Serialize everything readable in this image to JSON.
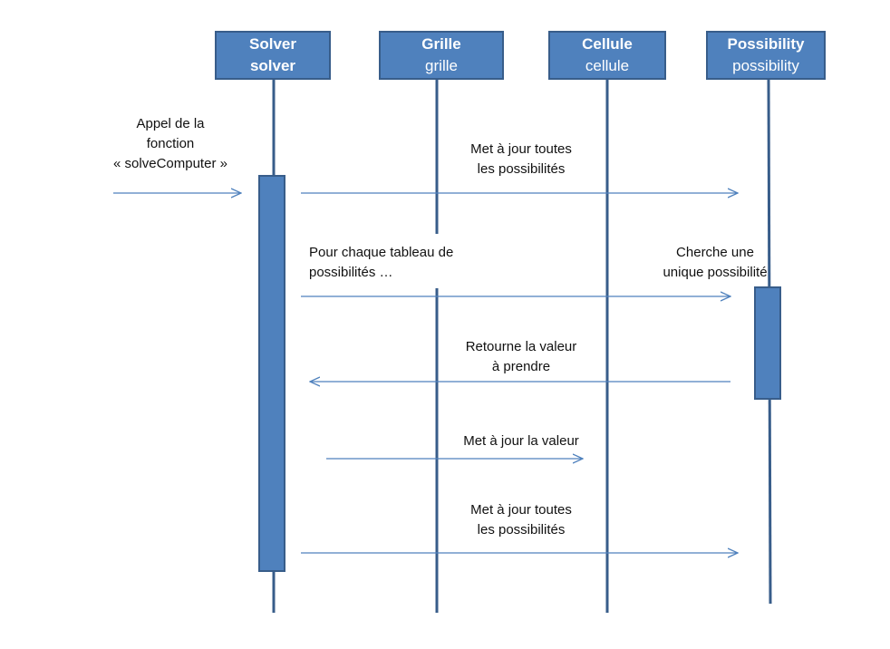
{
  "lifelines": [
    {
      "id": "solver",
      "class_name": "Solver",
      "instance": "solver"
    },
    {
      "id": "grille",
      "class_name": "Grille",
      "instance": "grille"
    },
    {
      "id": "cellule",
      "class_name": "Cellule",
      "instance": "cellule"
    },
    {
      "id": "possibility",
      "class_name": "Possibility",
      "instance": "possibility"
    }
  ],
  "messages": [
    {
      "id": "call",
      "lines": [
        "Appel de la",
        "fonction",
        "« solveComputer »"
      ]
    },
    {
      "id": "update-all-1",
      "lines": [
        "Met à jour toutes",
        "les possibilités"
      ]
    },
    {
      "id": "for-each",
      "lines": [
        "Pour chaque tableau de",
        "possibilités …"
      ]
    },
    {
      "id": "find-unique",
      "lines": [
        "Cherche une",
        "unique possibilité"
      ]
    },
    {
      "id": "return-value",
      "lines": [
        "Retourne la valeur",
        "à prendre"
      ]
    },
    {
      "id": "update-value",
      "lines": [
        "Met à jour la valeur"
      ]
    },
    {
      "id": "update-all-2",
      "lines": [
        "Met à jour toutes",
        "les possibilités"
      ]
    }
  ],
  "colors": {
    "box_fill": "#4f81bd",
    "box_border": "#385d8a",
    "arrow": "#4f81bd",
    "lifeline": "#385d8a"
  }
}
